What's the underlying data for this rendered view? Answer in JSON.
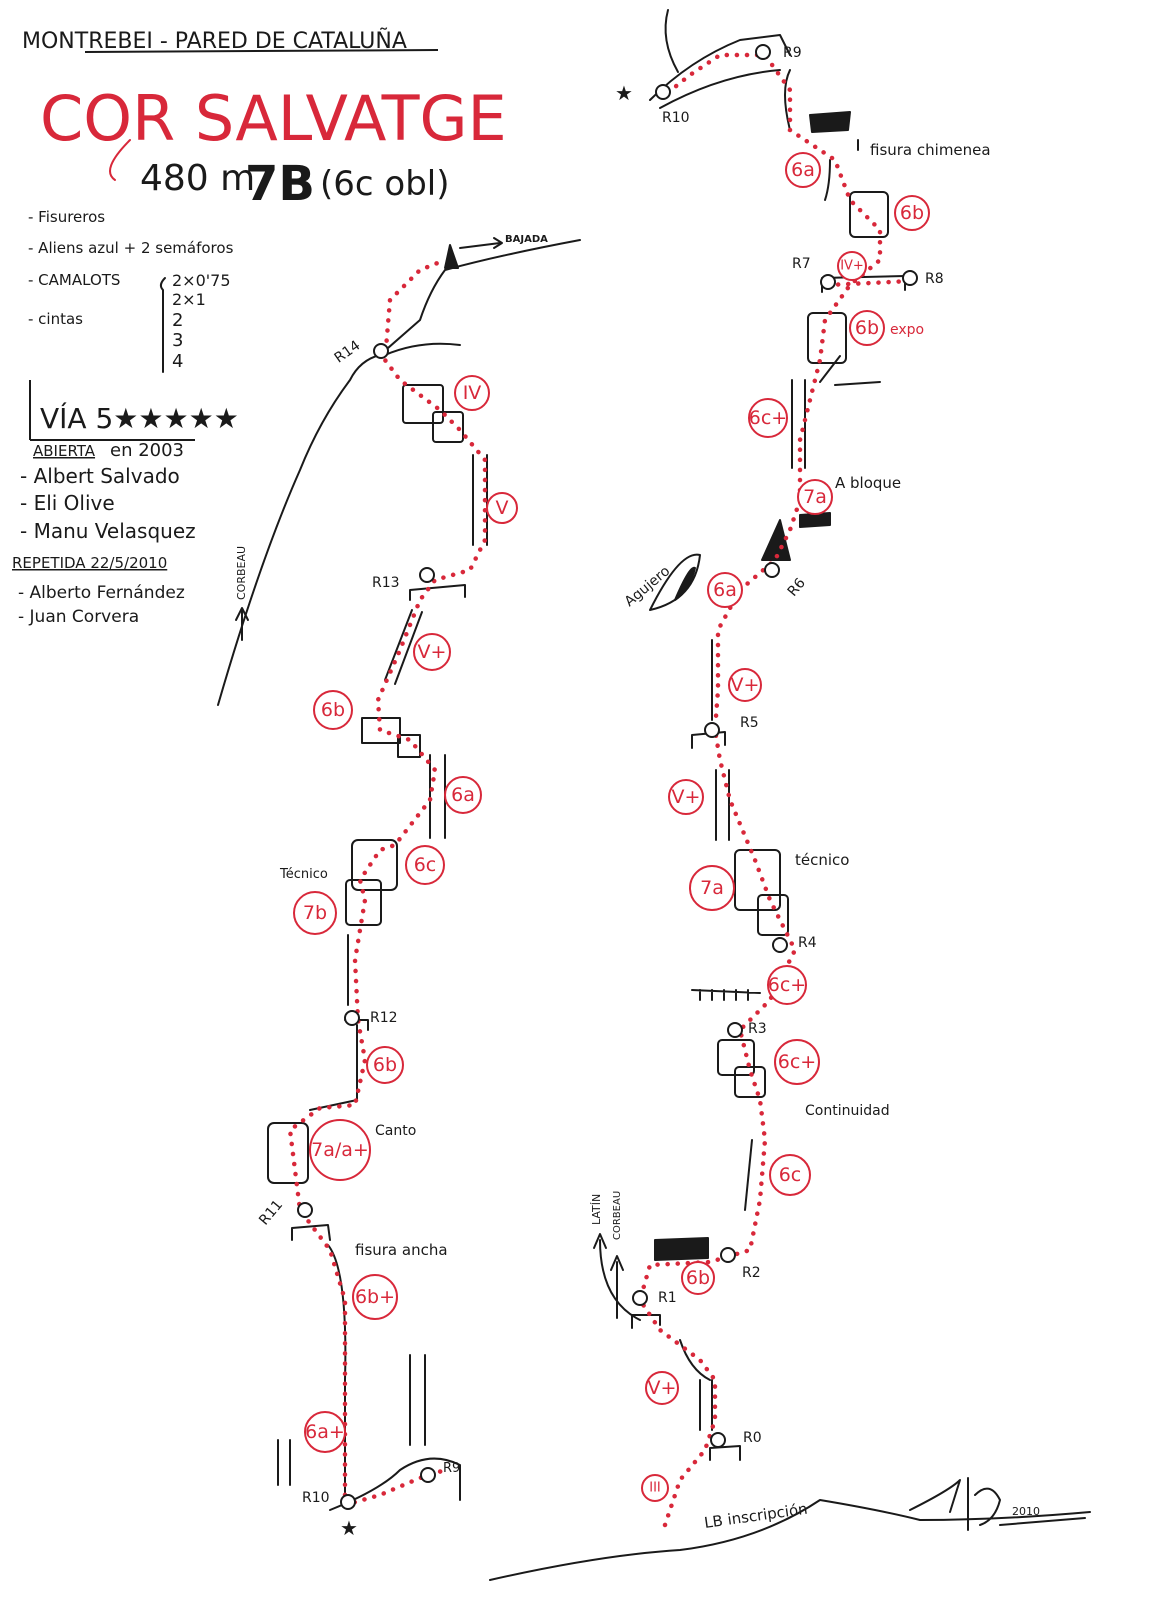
{
  "header": {
    "location": "MONTREBEI - PARED DE CATALUÑA",
    "route_name": "COR SALVATGE",
    "length": "480 m",
    "grade": "7B",
    "grade_obligatory": "(6c obl)"
  },
  "gear": {
    "items": [
      "- Fisureros",
      "- Aliens azul + 2 semáforos",
      "- CAMALOTS",
      "- cintas"
    ],
    "camalots": [
      "2×0'75",
      "2×1",
      "2",
      "3",
      "4"
    ]
  },
  "info": {
    "rating": "VÍA 5★★★★★",
    "opened_label": "ABIERTA",
    "opened_year": "en 2003",
    "openers": [
      "- Albert Salvado",
      "- Eli Olive",
      "- Manu Velasquez"
    ],
    "repeated_label": "REPETIDA 22/5/2010",
    "repeaters": [
      "- Alberto Fernández",
      "- Juan Corvera"
    ]
  },
  "left_topo": {
    "descent": "BAJADA",
    "neighbor_route": "CORBEAU",
    "belays": [
      "R14",
      "R13",
      "R12",
      "R11",
      "R10",
      "R9"
    ],
    "grades": [
      "IV",
      "V",
      "V+",
      "6b",
      "6a",
      "6c",
      "7b",
      "6b",
      "7a/a+",
      "6b+",
      "6a+"
    ],
    "notes": [
      "Técnico",
      "Canto",
      "fisura ancha"
    ]
  },
  "right_topo": {
    "belays": [
      "R9",
      "R10",
      "R7",
      "R8",
      "R6",
      "R5",
      "R4",
      "R3",
      "R2",
      "R1",
      "R0"
    ],
    "grades": [
      "6a",
      "6b",
      "IV+",
      "6b",
      "6c+",
      "7a",
      "6a",
      "V+",
      "V+",
      "7a",
      "6c+",
      "6c+",
      "6c",
      "6b",
      "V+",
      "III"
    ],
    "notes": [
      "fisura chimenea",
      "expo",
      "A bloque",
      "Agujero",
      "técnico",
      "Continuidad",
      "LATÍN",
      "CORBEAU",
      "LB inscripción"
    ]
  },
  "signature": "2010",
  "colors": {
    "ink": "#1a1a1a",
    "route": "#d8283a"
  }
}
